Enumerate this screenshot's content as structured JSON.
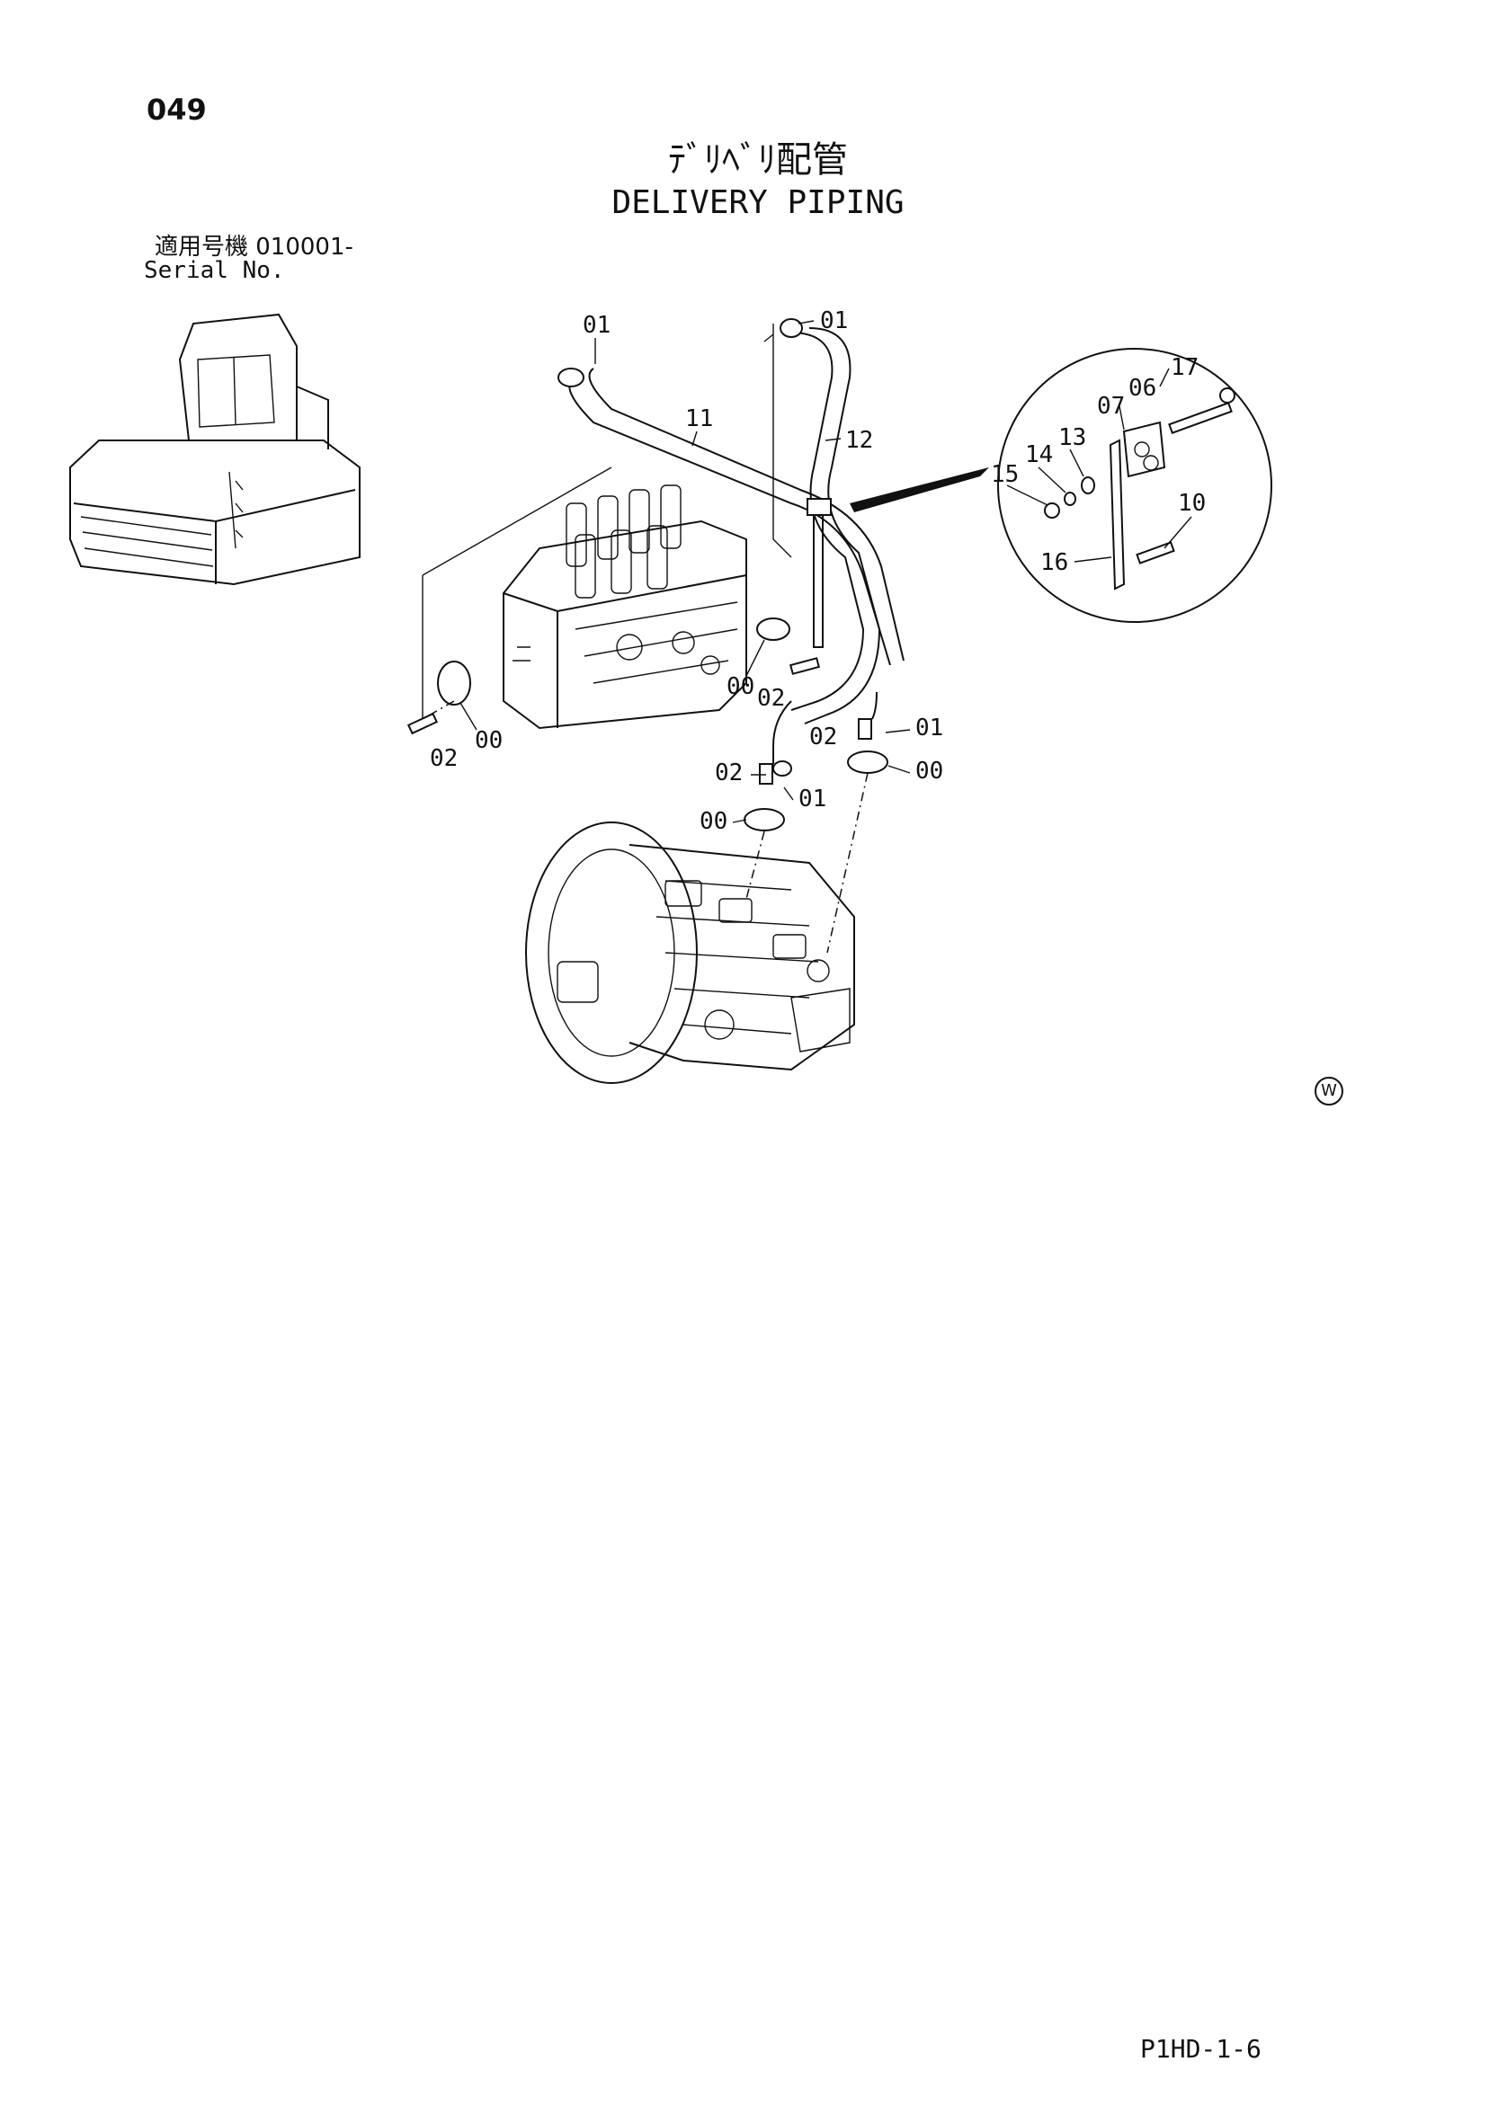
{
  "header": {
    "page_number": "049",
    "title_jp": "ﾃﾞﾘﾍﾞﾘ配管",
    "title_en": "DELIVERY PIPING",
    "serial_jp": "適用号機  010001-",
    "serial_en": "Serial No."
  },
  "callouts": {
    "c00_a": "00",
    "c00_b": "00",
    "c00_c": "00",
    "c00_d": "00",
    "c01_a": "01",
    "c01_b": "01",
    "c01_c": "01",
    "c01_d": "01",
    "c02_a": "02",
    "c02_b": "02",
    "c02_c": "02",
    "c02_d": "02",
    "c06": "06",
    "c07": "07",
    "c10": "10",
    "c11": "11",
    "c12": "12",
    "c13": "13",
    "c14": "14",
    "c15": "15",
    "c16": "16",
    "c17": "17"
  },
  "footer": {
    "watermark": "W",
    "doc_code": "P1HD-1-6"
  }
}
